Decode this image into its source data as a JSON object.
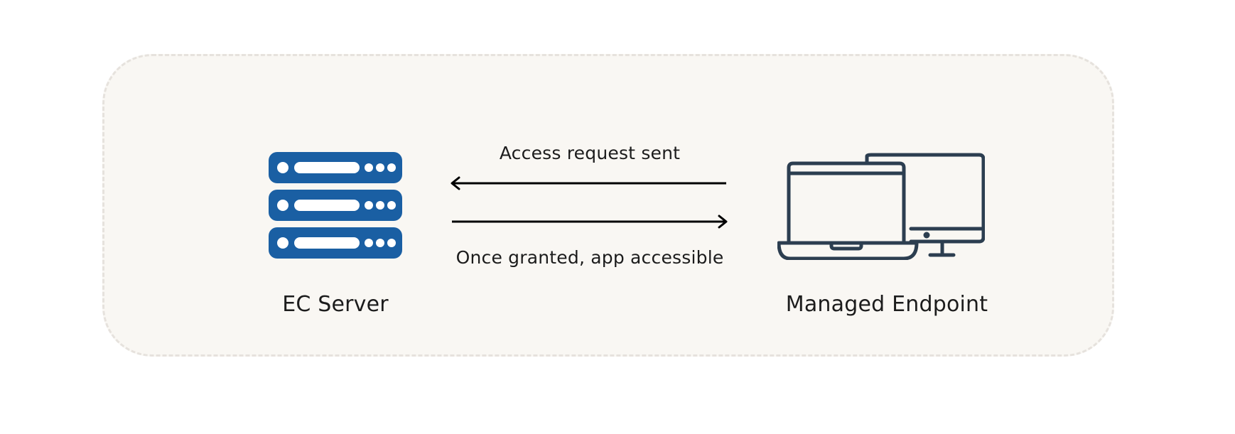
{
  "diagram": {
    "nodes": {
      "server": {
        "label": "EC Server",
        "icon": "server-rack-icon"
      },
      "endpoint": {
        "label": "Managed Endpoint",
        "icon": "laptop-monitor-icon"
      }
    },
    "edges": {
      "request": {
        "from": "endpoint",
        "to": "server",
        "label": "Access request sent"
      },
      "granted": {
        "from": "server",
        "to": "endpoint",
        "label": "Once granted, app accessible"
      }
    }
  },
  "colors": {
    "server_blue": "#1a5fa3",
    "endpoint_navy": "#2c3e50",
    "panel_bg": "#f9f7f3",
    "panel_border": "#e6e2dd",
    "arrow": "#000000",
    "text": "#1c1c1c"
  }
}
